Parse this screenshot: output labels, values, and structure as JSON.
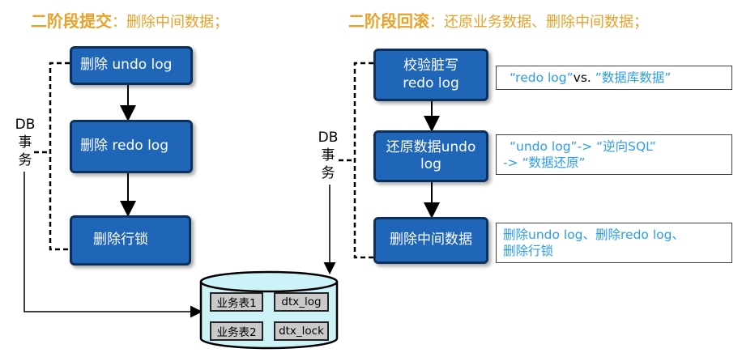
{
  "left": {
    "title_strong": "二阶段提交",
    "title_rest": "：删除中间数据；",
    "nodes": [
      "删除 undo log",
      "删除 redo log",
      "删除行锁"
    ],
    "db_label": [
      "DB",
      "事",
      "务"
    ]
  },
  "right": {
    "title_strong": "二阶段回滚",
    "title_rest": "：还原业务数据、删除中间数据；",
    "nodes": [
      {
        "line1": "校验脏写",
        "line2": "redo log"
      },
      {
        "line1": "还原数据undo",
        "line2": "log"
      },
      {
        "line1": "删除中间数据",
        "line2": ""
      }
    ],
    "notes": [
      {
        "a": "“redo log”",
        "b": "vs. ",
        "c": "”数据库数据”"
      },
      {
        "line1": "“undo log”-> “逆向SQL”",
        "line2": "-> “数据还原”"
      },
      {
        "line1": "删除undo log、删除redo log、",
        "line2": "删除行锁"
      }
    ],
    "db_label": [
      "DB",
      "事",
      "务"
    ]
  },
  "database": {
    "tables": [
      "业务表1",
      "dtx_log",
      "业务表2",
      "dtx_lock"
    ]
  },
  "colors": {
    "title": "#e8a22a",
    "node_fill": "#1f66b8",
    "node_border": "#0d2f5c",
    "note_text": "#2b9cf0",
    "cylinder_fill": "#cdf3f8"
  }
}
